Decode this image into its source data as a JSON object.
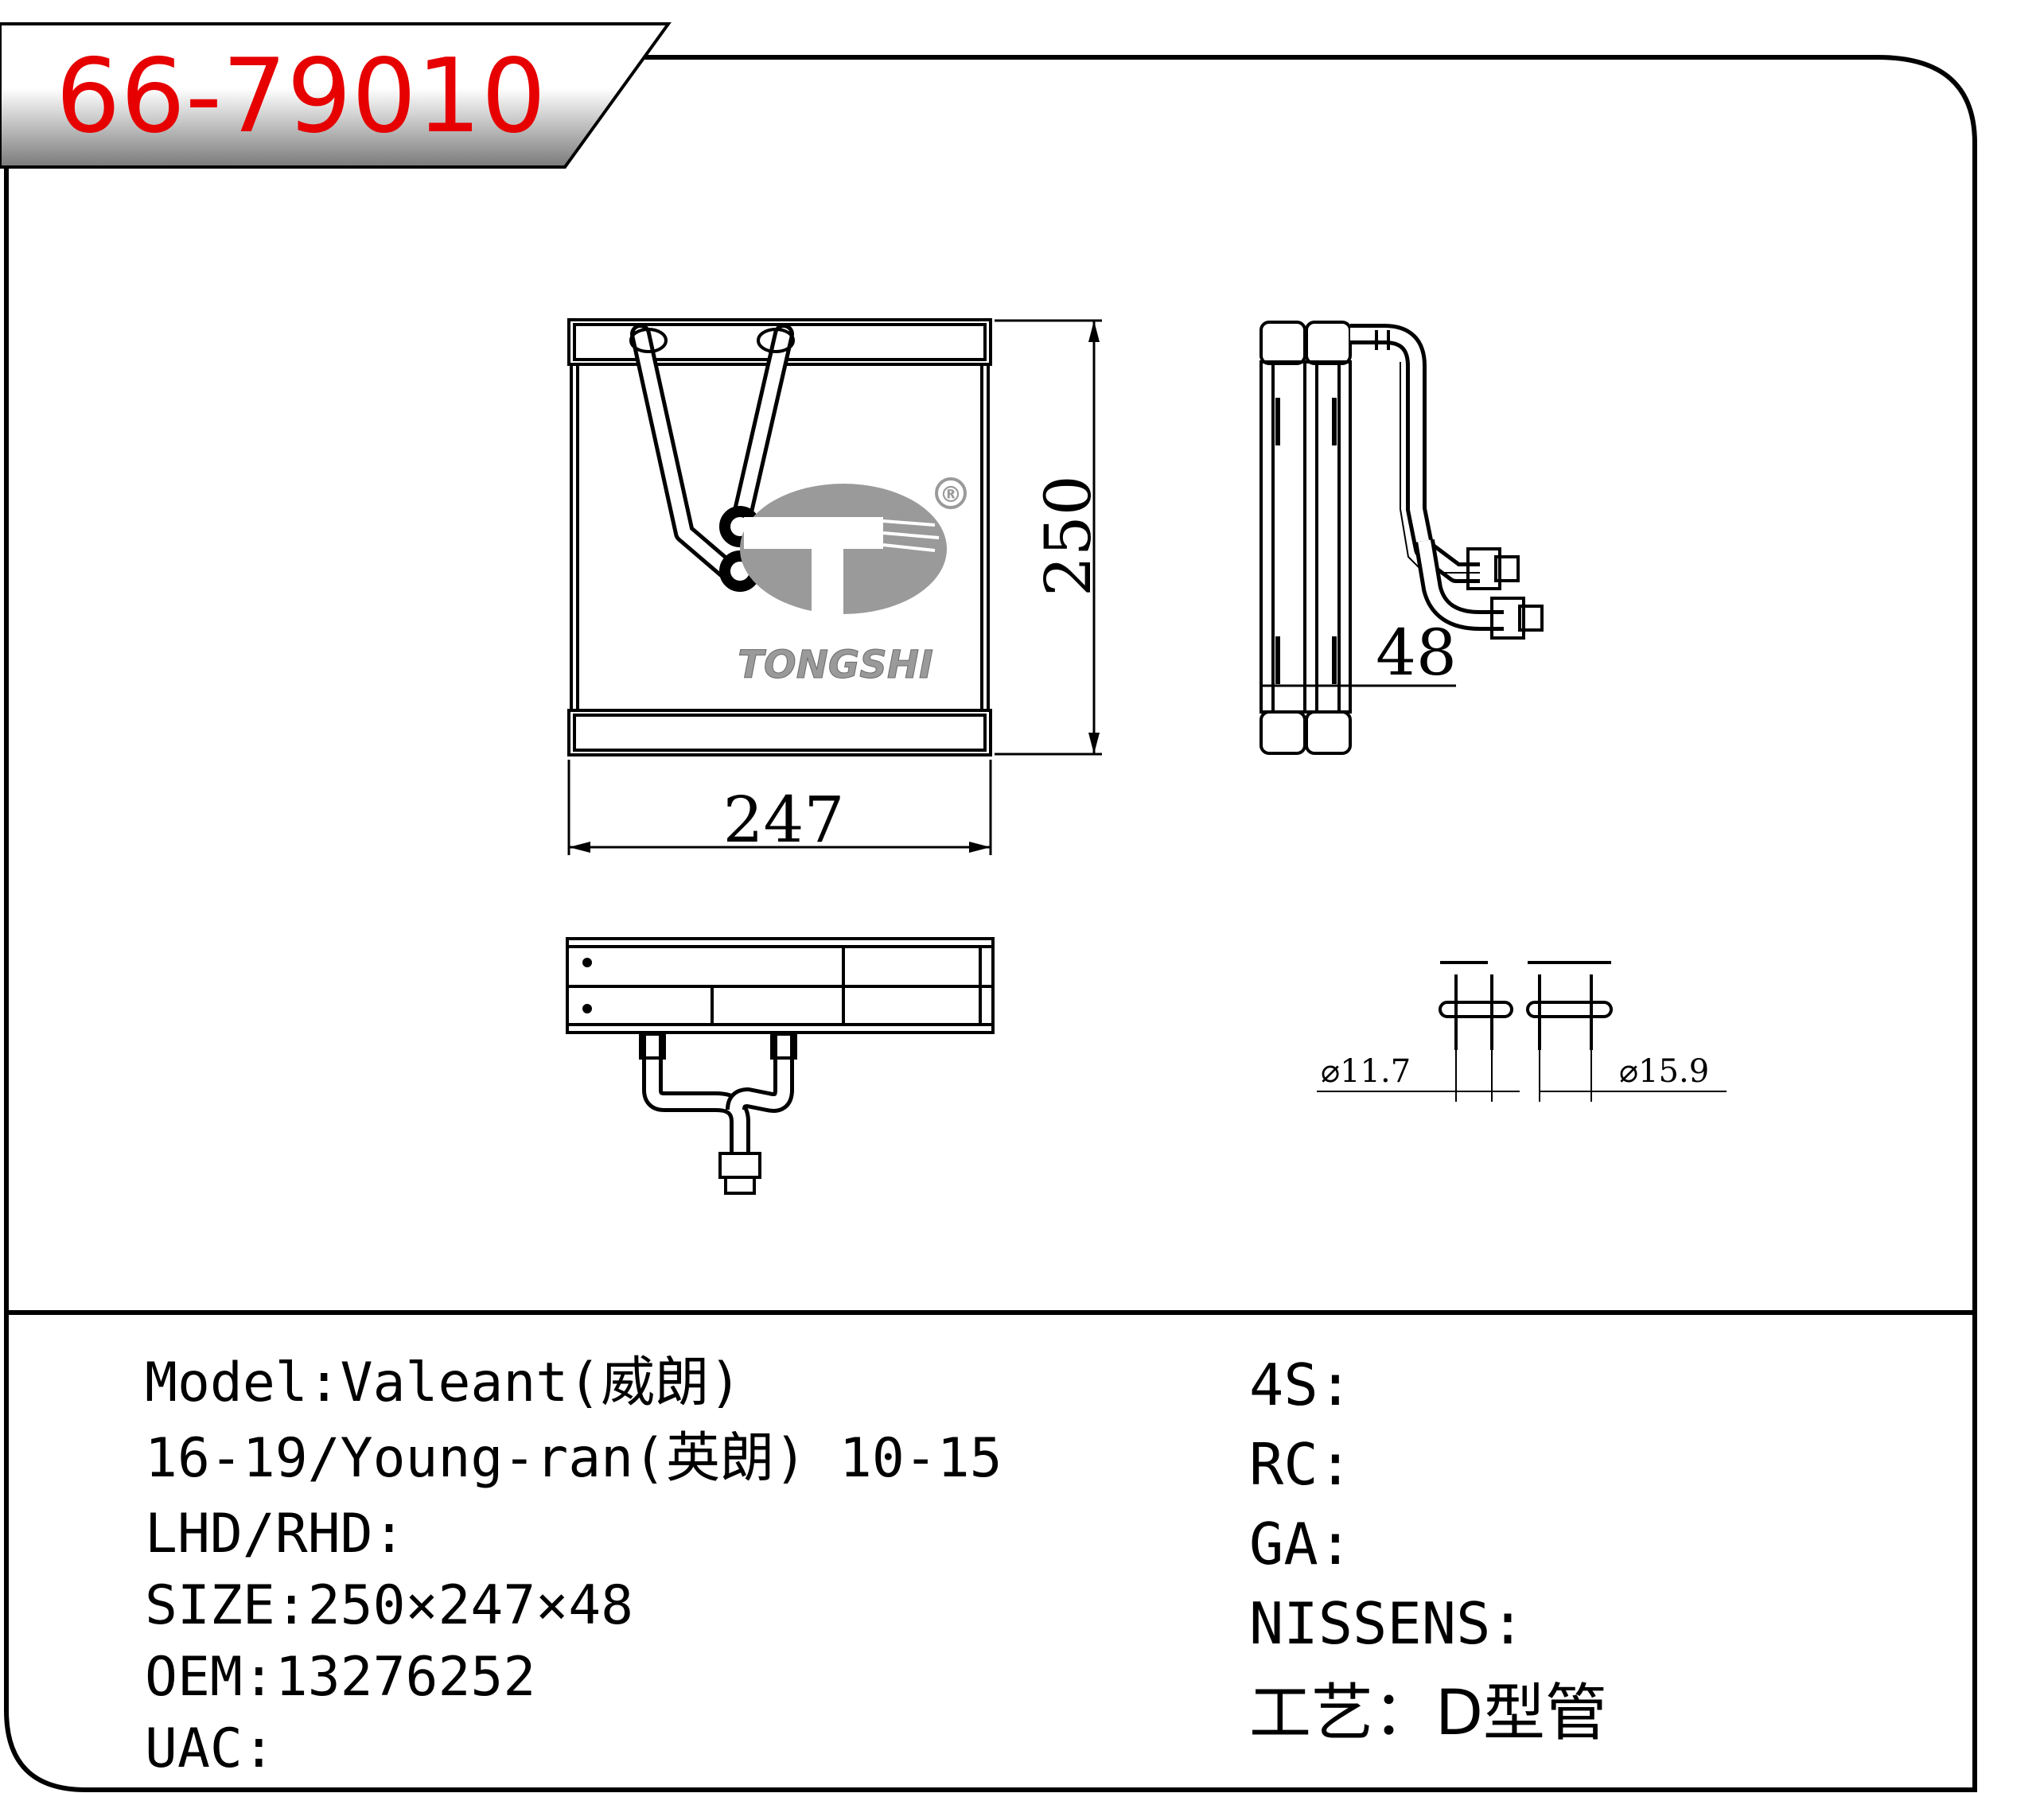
{
  "header": {
    "part_number": "66-79010"
  },
  "logo": {
    "text": "TONGSHI",
    "registered_mark": "®"
  },
  "dimensions": {
    "height": "250",
    "width": "247",
    "depth": "48",
    "pipe_small": "⌀11.7",
    "pipe_large": "⌀15.9"
  },
  "specs_left": {
    "model_line1": "Model:Valeant(威朗)",
    "model_line2": "16-19/Young-ran(英朗) 10-15",
    "lhd_rhd": "LHD/RHD:",
    "size": "SIZE:250×247×48",
    "oem": "OEM:13276252",
    "uac": "UAC:"
  },
  "specs_right": {
    "s4": "4S:",
    "rc": "RC:",
    "ga": "GA:",
    "nissens": "NISSENS:",
    "craft": "工艺：D型管"
  },
  "colors": {
    "part_number": "#e60000",
    "logo_gray": "#9a9a9a"
  }
}
